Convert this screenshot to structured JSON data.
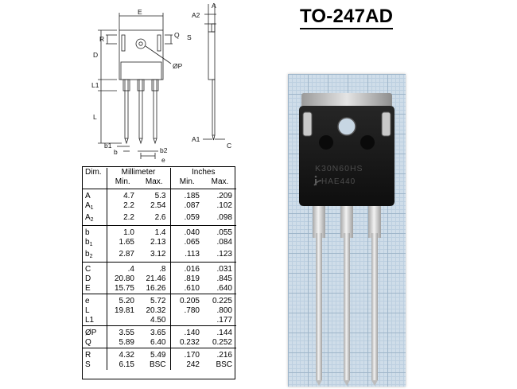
{
  "title": "TO-247AD",
  "drawing": {
    "labels": {
      "e_top": "E",
      "a": "A",
      "a2": "A2",
      "r": "R",
      "q": "Q",
      "s": "S",
      "d": "D",
      "p": "ØP",
      "l1": "L1",
      "l": "L",
      "a1": "A1",
      "c": "C",
      "b1": "b1",
      "b": "b",
      "b2": "b2",
      "e_bottom": "e"
    }
  },
  "table": {
    "headers": {
      "dim": "Dim.",
      "mm": "Millimeter",
      "inches": "Inches"
    },
    "subheaders": {
      "min": "Min.",
      "max": "Max.",
      "in_min": "Min.",
      "in_max": "Max."
    },
    "groups": [
      [
        {
          "dim": "A",
          "sub": "",
          "mm_min": "4.7",
          "mm_max": "5.3",
          "in_min": ".185",
          "in_max": ".209"
        },
        {
          "dim": "A",
          "sub": "1",
          "mm_min": "2.2",
          "mm_max": "2.54",
          "in_min": ".087",
          "in_max": ".102"
        },
        {
          "dim": "A",
          "sub": "2",
          "mm_min": "2.2",
          "mm_max": "2.6",
          "in_min": ".059",
          "in_max": ".098"
        }
      ],
      [
        {
          "dim": "b",
          "sub": "",
          "mm_min": "1.0",
          "mm_max": "1.4",
          "in_min": ".040",
          "in_max": ".055"
        },
        {
          "dim": "b",
          "sub": "1",
          "mm_min": "1.65",
          "mm_max": "2.13",
          "in_min": ".065",
          "in_max": ".084"
        },
        {
          "dim": "b",
          "sub": "2",
          "mm_min": "2.87",
          "mm_max": "3.12",
          "in_min": ".113",
          "in_max": ".123"
        }
      ],
      [
        {
          "dim": "C",
          "sub": "",
          "mm_min": ".4",
          "mm_max": ".8",
          "in_min": ".016",
          "in_max": ".031"
        },
        {
          "dim": "D",
          "sub": "",
          "mm_min": "20.80",
          "mm_max": "21.46",
          "in_min": ".819",
          "in_max": ".845"
        },
        {
          "dim": "E",
          "sub": "",
          "mm_min": "15.75",
          "mm_max": "16.26",
          "in_min": ".610",
          "in_max": ".640"
        }
      ],
      [
        {
          "dim": "e",
          "sub": "",
          "mm_min": "5.20",
          "mm_max": "5.72",
          "in_min": "0.205",
          "in_max": "0.225"
        },
        {
          "dim": "L",
          "sub": "",
          "mm_min": "19.81",
          "mm_max": "20.32",
          "in_min": ".780",
          "in_max": ".800"
        },
        {
          "dim": "L1",
          "sub": "",
          "mm_min": "",
          "mm_max": "4.50",
          "in_min": "",
          "in_max": ".177"
        }
      ],
      [
        {
          "dim": "ØP",
          "sub": "",
          "mm_min": "3.55",
          "mm_max": "3.65",
          "in_min": ".140",
          "in_max": ".144"
        },
        {
          "dim": "Q",
          "sub": "",
          "mm_min": "5.89",
          "mm_max": "6.40",
          "in_min": "0.232",
          "in_max": "0.252"
        }
      ],
      [
        {
          "dim": "R",
          "sub": "",
          "mm_min": "4.32",
          "mm_max": "5.49",
          "in_min": ".170",
          "in_max": ".216"
        },
        {
          "dim": "S",
          "sub": "",
          "mm_min": "6.15",
          "mm_max": "BSC",
          "in_min": "242",
          "in_max": "BSC"
        }
      ]
    ]
  },
  "photo": {
    "marking_line1": "K30N60HS",
    "marking_line2": "HAE440",
    "logo_icon": "infineon-logo-icon",
    "colors": {
      "body": "#161616",
      "tab": "#c9c9c9",
      "leads": "#d8d8d8",
      "grid": "#cfdde9"
    }
  }
}
